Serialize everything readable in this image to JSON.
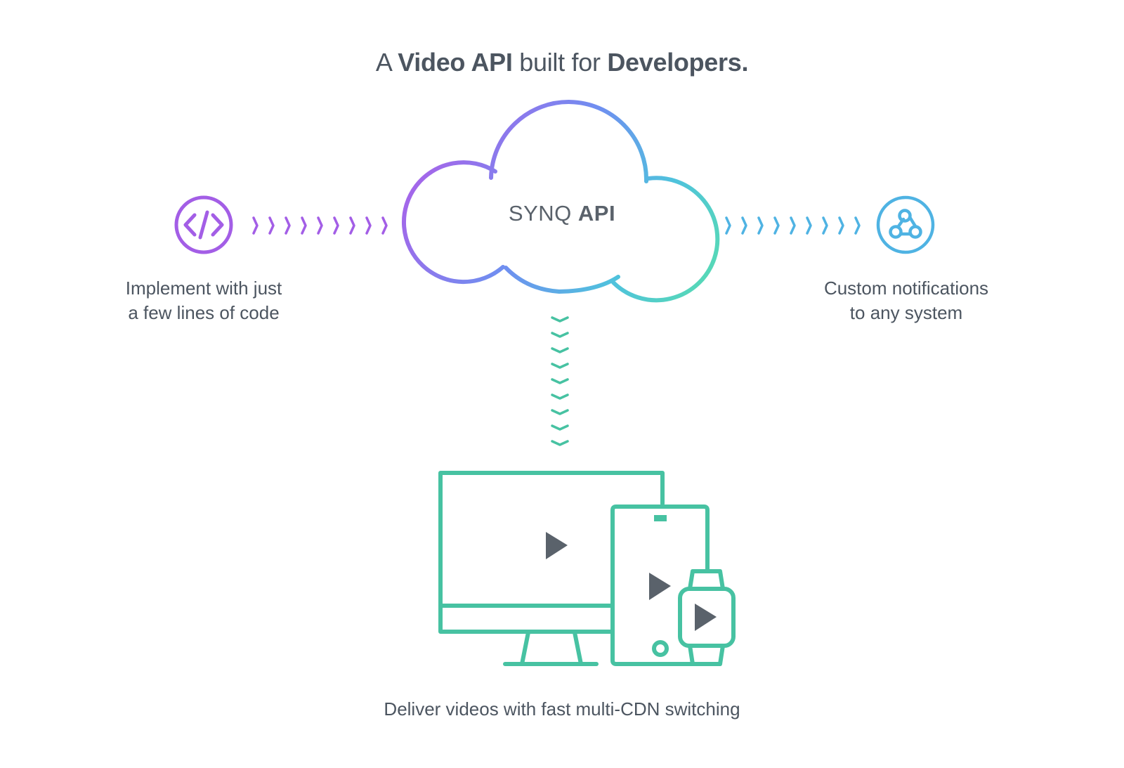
{
  "headline": {
    "prefix": "A ",
    "bold1": "Video API",
    "middle": " built for ",
    "bold2": "Developers."
  },
  "cloud": {
    "label_regular": "SYNQ ",
    "label_bold": "API"
  },
  "left_node": {
    "icon": "code-icon",
    "caption_line1": "Implement with just",
    "caption_line2": "a few lines of code",
    "color": "#a35ee6"
  },
  "right_node": {
    "icon": "webhook-icon",
    "caption_line1": "Custom notifications",
    "caption_line2": "to any system",
    "color": "#4fb3e3"
  },
  "bottom_node": {
    "icon": "devices-icon",
    "caption": "Deliver videos with fast multi-CDN switching",
    "color": "#47c2a2"
  },
  "colors": {
    "text": "#4c5560",
    "purple": "#a35ee6",
    "blue": "#4fb3e3",
    "teal": "#47c2a2",
    "play": "#5a626b"
  }
}
